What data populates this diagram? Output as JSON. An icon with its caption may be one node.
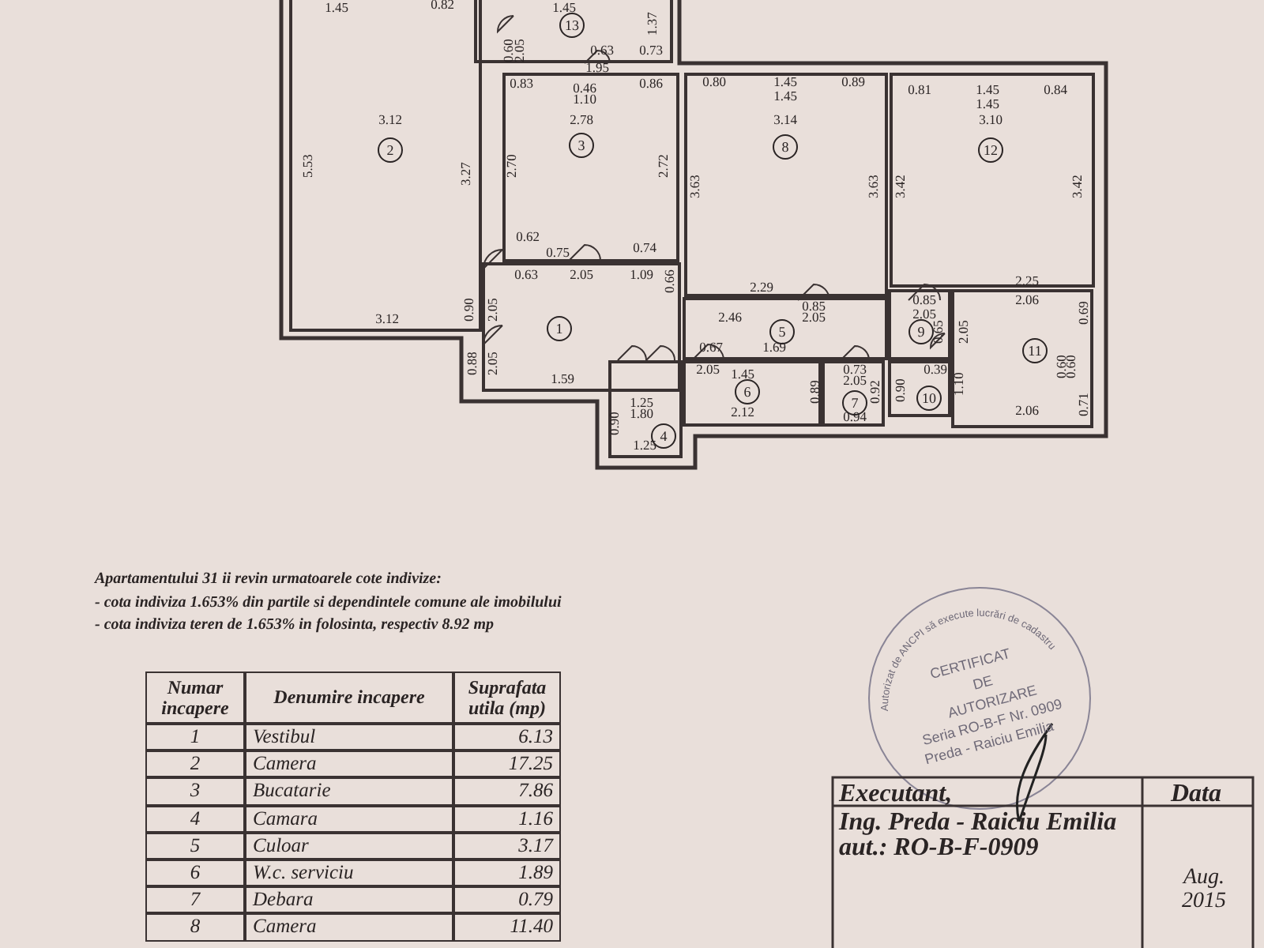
{
  "diagram": {
    "nodes": [
      {
        "text": [
          "13"
        ]
      },
      {
        "text": [
          "2"
        ]
      },
      {
        "text": [
          "3"
        ]
      },
      {
        "text": [
          "8"
        ]
      },
      {
        "text": [
          "12"
        ]
      },
      {
        "text": [
          "1"
        ]
      },
      {
        "text": [
          "5"
        ]
      },
      {
        "text": [
          "9"
        ]
      },
      {
        "text": [
          "11"
        ]
      },
      {
        "text": [
          "6"
        ]
      },
      {
        "text": [
          "7"
        ]
      },
      {
        "text": [
          "10"
        ]
      },
      {
        "text": [
          "4"
        ]
      }
    ],
    "edges": [],
    "labels": [
      "1.45",
      "0.82",
      "1.45",
      "1.37",
      "0.60",
      "2.05",
      "0.63",
      "0.73",
      "1.95",
      "3.12",
      "5.53",
      "3.27",
      "0.83",
      "0.46",
      "1.10",
      "0.86",
      "2.78",
      "2.70",
      "2.72",
      "0.62",
      "0.74",
      "0.75",
      "0.63",
      "2.05",
      "1.09",
      "0.66",
      "0.90",
      "2.05",
      "3.12",
      "0.88",
      "2.05",
      "1.59",
      "1.25",
      "1.80",
      "0.90",
      "1.25",
      "0.80",
      "1.45",
      "1.45",
      "0.89",
      "3.14",
      "3.63",
      "3.63",
      "2.29",
      "0.81",
      "1.45",
      "1.45",
      "0.84",
      "3.10",
      "3.42",
      "3.42",
      "2.25",
      "0.85",
      "0.85",
      "2.46",
      "2.05",
      "2.05",
      "2.06",
      "0.65",
      "2.05",
      "0.69",
      "0.67",
      "1.69",
      "2.05",
      "0.73",
      "2.05",
      "1.45",
      "0.89",
      "0.92",
      "2.12",
      "0.94",
      "0.90",
      "0.39",
      "1.10",
      "0.60",
      "0.60",
      "0.71",
      "2.06",
      "Apartamentului 31 ii revin urmatoarele cote indivize:",
      "- cota indiviza 1.653% din partile si dependintele comune ale imobilului",
      "- cota indiviza teren de 1.653% in folosinta, respectiv 8.92 mp",
      "Numar incapere",
      "Denumire incapere",
      "Suprafata utila (mp)",
      "1",
      "Vestibul",
      "6.13",
      "2",
      "Camera",
      "17.25",
      "3",
      "Bucatarie",
      "7.86",
      "4",
      "Camara",
      "1.16",
      "5",
      "Culoar",
      "3.17",
      "6",
      "W.c. serviciu",
      "1.89",
      "7",
      "Debara",
      "0.79",
      "8",
      "Camera",
      "11.40",
      "Autorizat de ANCPI să execute lucrări de cadastru",
      "CERTIFICAT",
      "DE",
      "AUTORIZARE",
      "Seria RO-B-F Nr. 0909",
      "Preda - Raiciu Emilia",
      "Executant,",
      "Data",
      "Ing. Preda - Raiciu Emilia",
      "aut.: RO-B-F-0909",
      "Aug. 2015"
    ]
  }
}
